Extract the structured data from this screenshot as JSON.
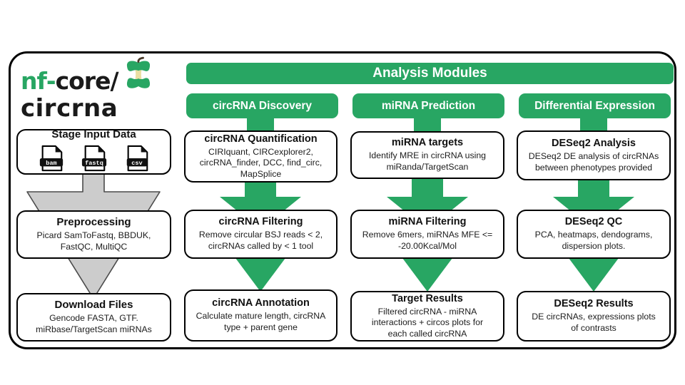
{
  "logo": {
    "nf": "nf",
    "hyphen": "-",
    "core": "core/",
    "pipeline": "circrna",
    "apple_icon": "apple-core-icon"
  },
  "colors": {
    "green": "#28a663",
    "gray_arrow_fill": "#cccccc",
    "gray_arrow_stroke": "#4b4b4b",
    "apple_core_cream": "#eadfa2",
    "apple_stem_brown": "#4a3b2a"
  },
  "input_column": {
    "boxes": [
      {
        "title": "Stage Input Data",
        "files": [
          "bam",
          "fastq",
          "csv"
        ]
      },
      {
        "title": "Preprocessing",
        "body": "Picard SamToFastq, BBDUK,\nFastQC, MultiQC"
      },
      {
        "title": "Download Files",
        "body": "Gencode FASTA, GTF.\nmiRbase/TargetScan miRNAs"
      }
    ]
  },
  "analysis": {
    "banner": "Analysis Modules",
    "columns": [
      {
        "header": "circRNA Discovery",
        "boxes": [
          {
            "title": "circRNA Quantification",
            "body": "CIRIquant, CIRCexplorer2,\ncircRNA_finder, DCC, find_circ,\nMapSplice"
          },
          {
            "title": "circRNA Filtering",
            "body": "Remove circular BSJ reads < 2,\ncircRNAs called by < 1 tool"
          },
          {
            "title": "circRNA Annotation",
            "body": "Calculate mature length, circRNA\ntype + parent gene"
          }
        ]
      },
      {
        "header": "miRNA Prediction",
        "boxes": [
          {
            "title": "miRNA targets",
            "body": "Identify MRE in circRNA using\nmiRanda/TargetScan"
          },
          {
            "title": "miRNA Filtering",
            "body": "Remove 6mers, miRNAs MFE <=\n-20.00Kcal/Mol"
          },
          {
            "title": "Target Results",
            "body": "Filtered circRNA - miRNA\ninteractions + circos plots for\neach called circRNA"
          }
        ]
      },
      {
        "header": "Differential Expression",
        "boxes": [
          {
            "title": "DESeq2 Analysis",
            "body": "DESeq2 DE analysis of circRNAs\nbetween phenotypes provided"
          },
          {
            "title": "DESeq2 QC",
            "body": "PCA, heatmaps, dendograms,\ndispersion plots."
          },
          {
            "title": "DESeq2 Results",
            "body": "DE circRNAs, expressions plots\nof contrasts"
          }
        ]
      }
    ]
  }
}
